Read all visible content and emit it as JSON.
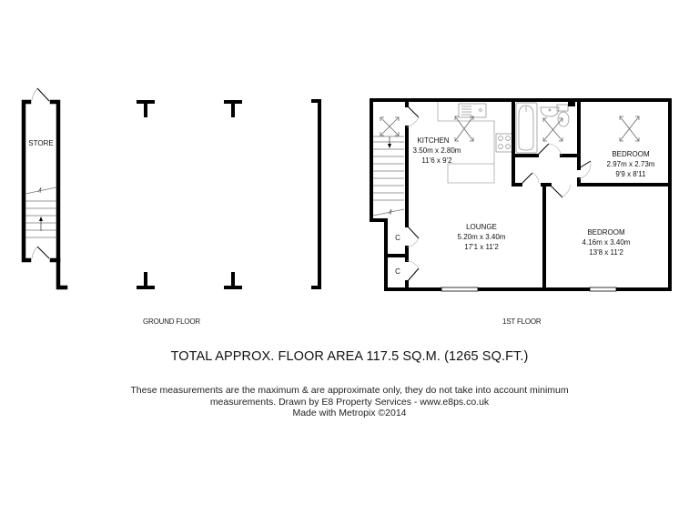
{
  "ground_floor": {
    "label": "GROUND FLOOR",
    "rooms": [
      {
        "name": "STORE"
      }
    ]
  },
  "first_floor": {
    "label": "1ST FLOOR",
    "rooms": [
      {
        "name": "KITCHEN",
        "metric": "3.50m x 2.80m",
        "imperial": "11'6 x 9'2"
      },
      {
        "name": "LOUNGE",
        "metric": "5.20m x 3.40m",
        "imperial": "17'1 x 11'2"
      },
      {
        "name": "BEDROOM",
        "metric": "2.97m x 2.73m",
        "imperial": "9'9 x 8'11"
      },
      {
        "name": "BEDROOM",
        "metric": "4.16m x 3.40m",
        "imperial": "13'8 x 11'2"
      },
      {
        "name": "C"
      },
      {
        "name": "C"
      }
    ]
  },
  "total_area": "TOTAL APPROX. FLOOR AREA 117.5 SQ.M. (1265 SQ.FT.)",
  "disclaimer": {
    "line1": "These measurements are the maximum & are approximate only, they do not take into account minimum",
    "line2": "measurements. Drawn by E8 Property Services - www.e8ps.co.uk",
    "line3": "Made with Metropix ©2014"
  },
  "colors": {
    "wall": "#000000",
    "fixture": "#9a9a9a",
    "background": "#ffffff"
  }
}
